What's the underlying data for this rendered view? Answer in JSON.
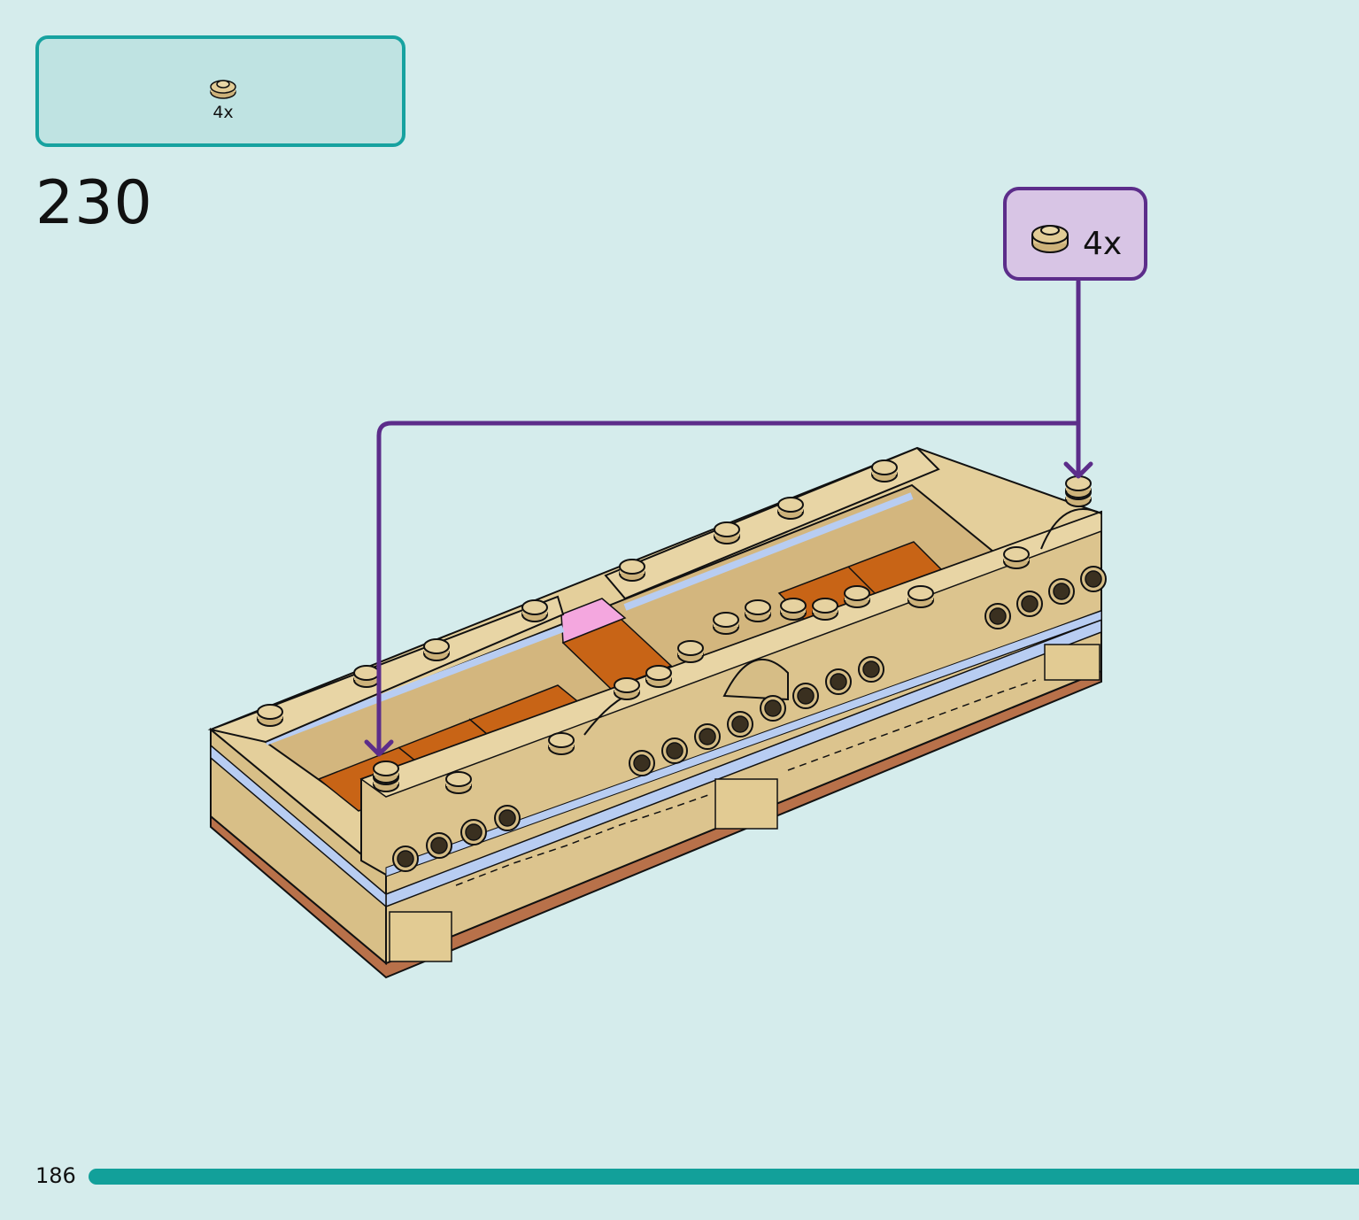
{
  "parts_list": {
    "items": [
      {
        "icon": "round-plate-1x1-tan-icon",
        "quantity": "4x"
      }
    ]
  },
  "step": {
    "number": "230"
  },
  "callout": {
    "icon": "round-plate-1x1-tan-icon",
    "quantity": "4x"
  },
  "footer": {
    "page_number": "186"
  },
  "colors": {
    "background": "#d5ecec",
    "parts_box_border": "#17a2a0",
    "callout_border": "#5c2d8a",
    "tan": "#dcc48e",
    "orange": "#c86416",
    "light_blue": "#b8cdf2",
    "pink": "#f4a7df",
    "brown_base": "#b8714a",
    "progress": "#12a09a"
  }
}
